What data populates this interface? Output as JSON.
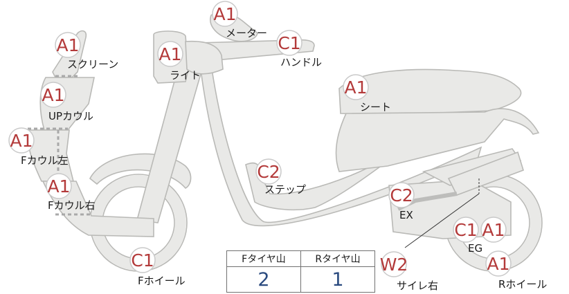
{
  "parts": [
    {
      "id": "meter",
      "label": "メーター",
      "grade": "A1"
    },
    {
      "id": "handle",
      "label": "ハンドル",
      "grade": "C1"
    },
    {
      "id": "screen",
      "label": "スクリーン",
      "grade": "A1"
    },
    {
      "id": "light",
      "label": "ライト",
      "grade": "A1"
    },
    {
      "id": "seat",
      "label": "シート",
      "grade": "A1"
    },
    {
      "id": "up_cowl",
      "label": "UPカウル",
      "grade": "A1"
    },
    {
      "id": "f_cowl_left",
      "label": "Fカウル左",
      "grade": "A1"
    },
    {
      "id": "step",
      "label": "ステップ",
      "grade": "C2"
    },
    {
      "id": "f_cowl_right",
      "label": "Fカウル右",
      "grade": "A1"
    },
    {
      "id": "ex",
      "label": "EX",
      "grade": "C2"
    },
    {
      "id": "eg",
      "label": "EG",
      "grades": [
        "C1",
        "A1"
      ]
    },
    {
      "id": "f_wheel",
      "label": "Fホイール",
      "grade": "C1"
    },
    {
      "id": "silencer_right",
      "label": "サイレ右",
      "grade": "W2"
    },
    {
      "id": "r_wheel",
      "label": "Rホイール",
      "grade": "A1"
    }
  ],
  "tread_table": {
    "headers": [
      "Fタイヤ山",
      "Rタイヤ山"
    ],
    "values": [
      "2",
      "1"
    ]
  },
  "colors": {
    "grade": "#b33a3a",
    "tread_value": "#2a4a7f",
    "body": "#e9e9e7",
    "outline": "#b9b9b6"
  }
}
